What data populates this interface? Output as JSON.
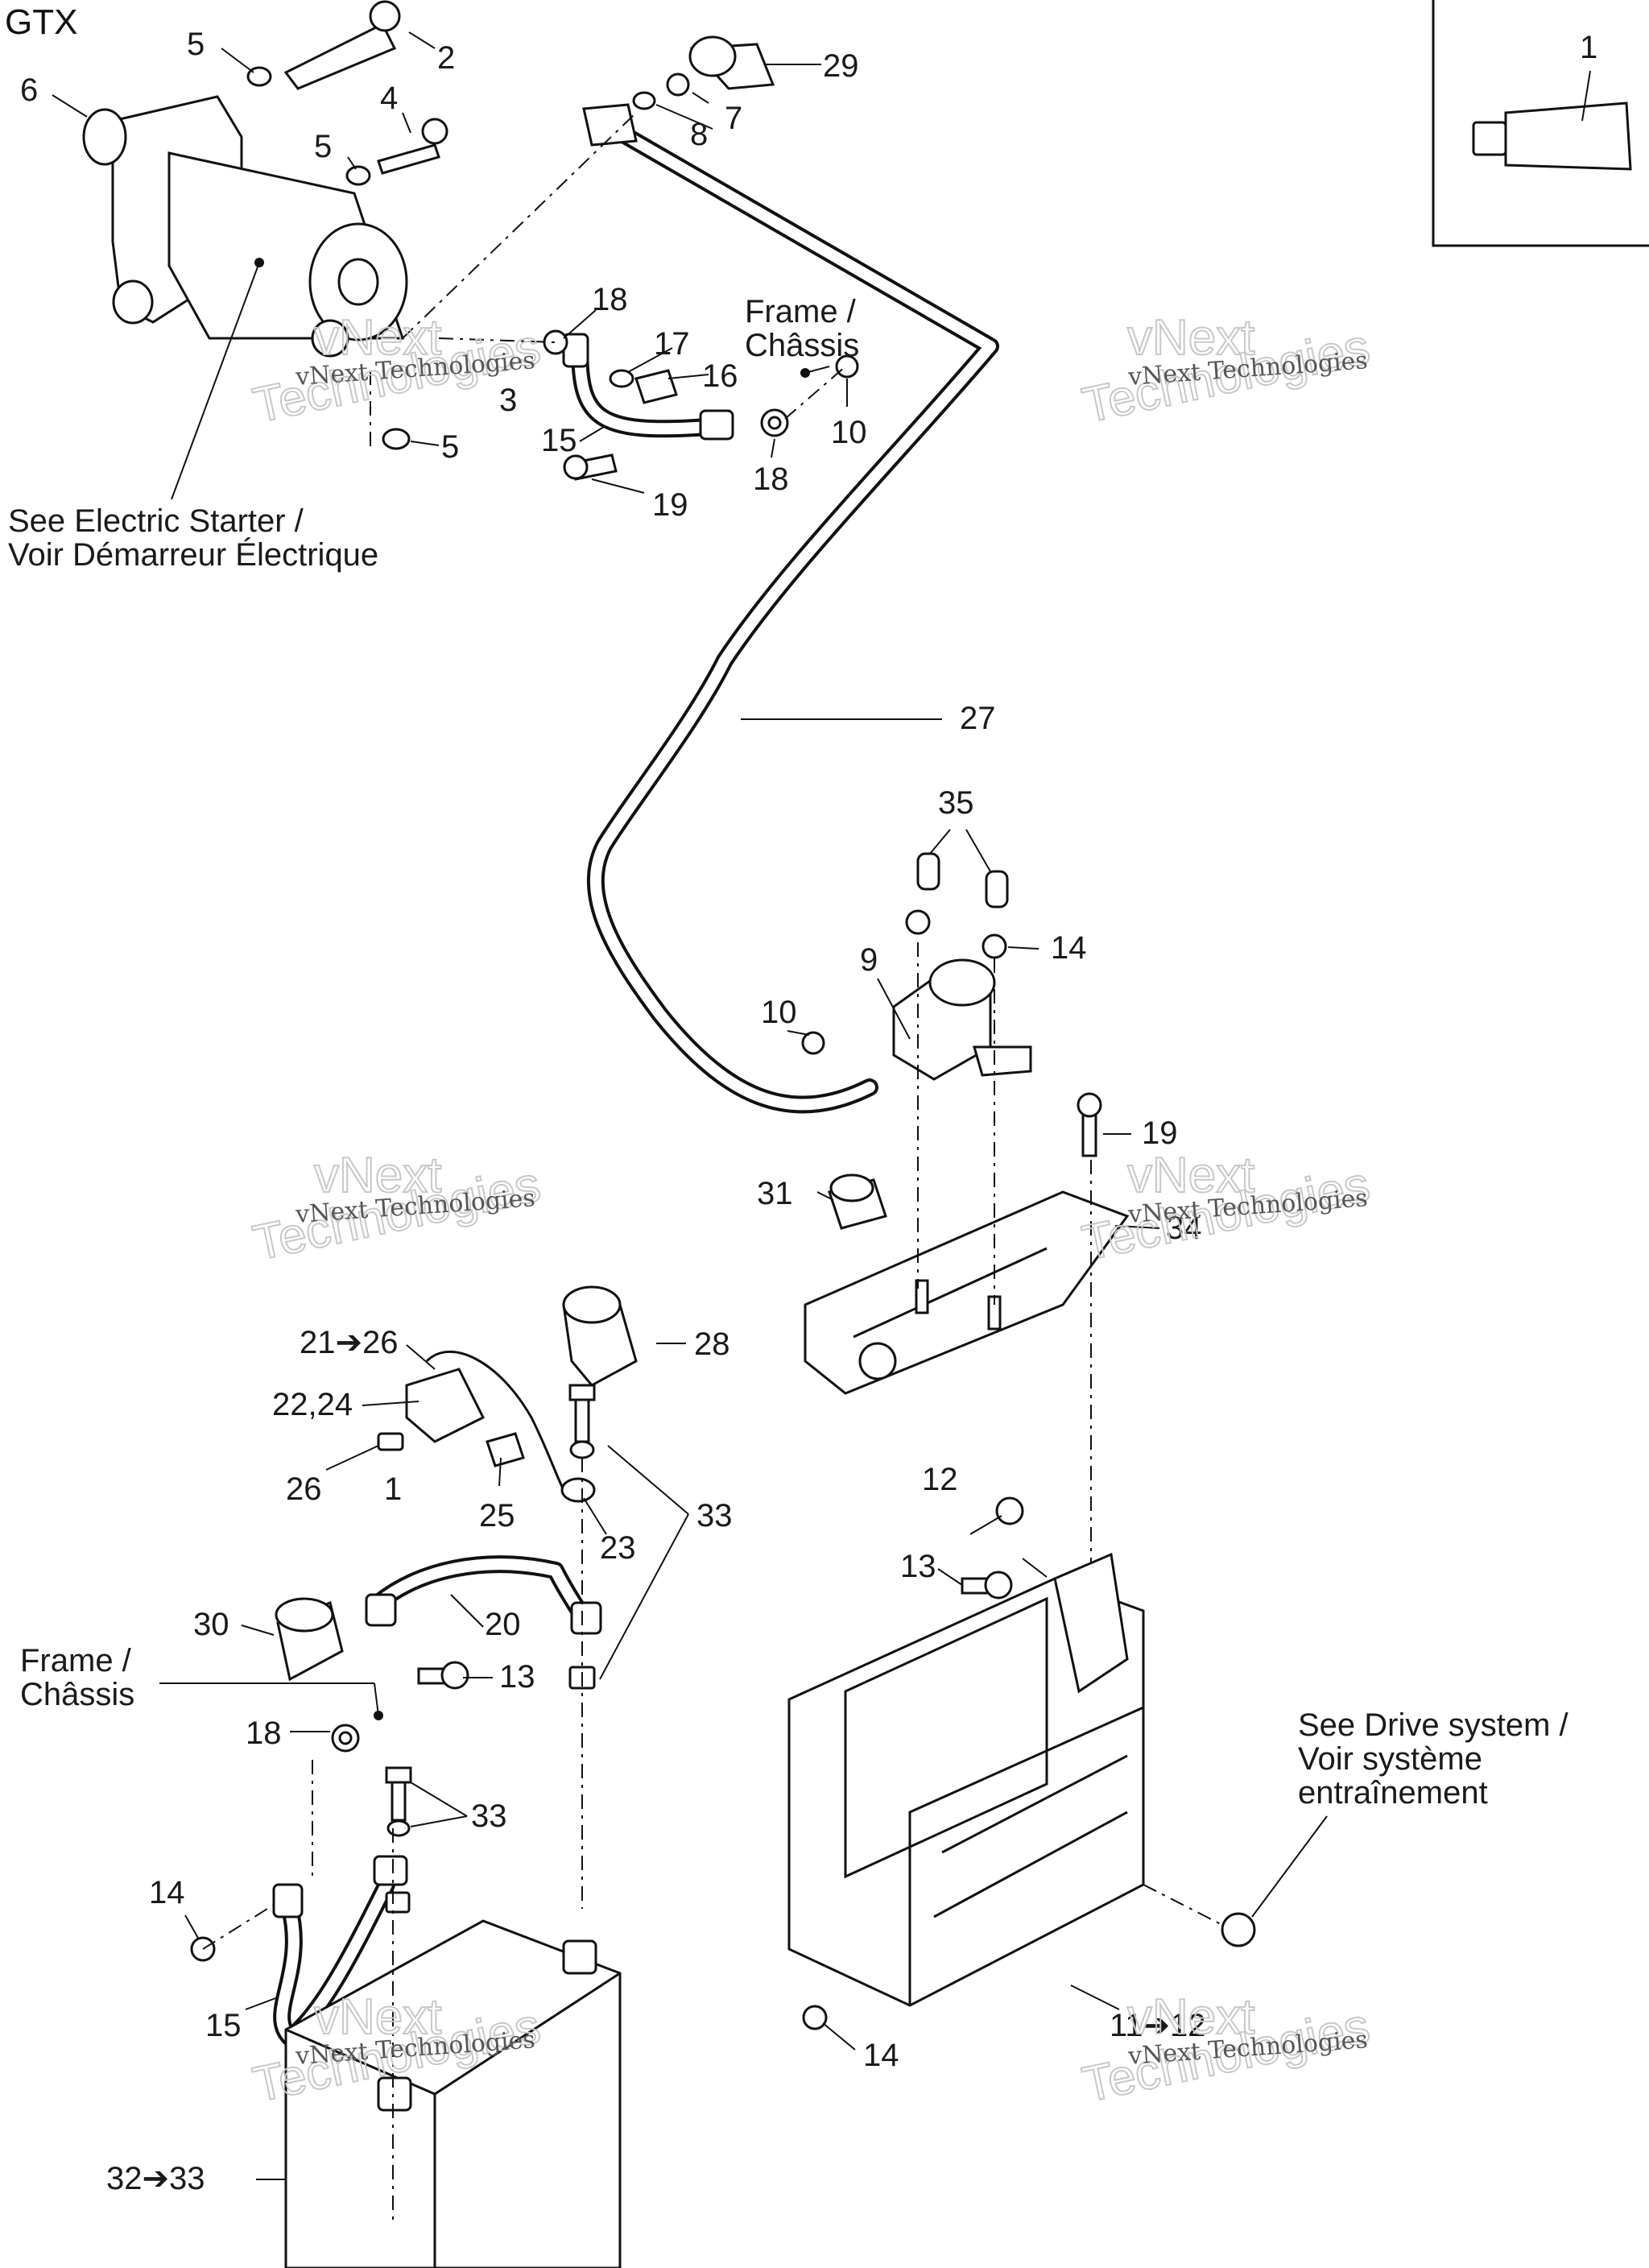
{
  "title": "GTX",
  "inset": {
    "callout": "1"
  },
  "notes": {
    "electric_starter_line1": "See Electric Starter /",
    "electric_starter_line2": "Voir Démarreur Électrique",
    "drive_line1": "See Drive system /",
    "drive_line2": "Voir système",
    "drive_line3": "entraînement",
    "frame_top_line1": "Frame /",
    "frame_top_line2": "Châssis",
    "frame_bottom_line1": "Frame /",
    "frame_bottom_line2": "Châssis"
  },
  "callouts": {
    "c1": "1",
    "c2": "2",
    "c3": "3",
    "c4": "4",
    "c5a": "5",
    "c5b": "5",
    "c5c": "5",
    "c6": "6",
    "c7": "7",
    "c8": "8",
    "c9": "9",
    "c10a": "10",
    "c10b": "10",
    "c11_12": "11➔12",
    "c12": "12",
    "c13a": "13",
    "c13b": "13",
    "c14a": "14",
    "c14b": "14",
    "c14c": "14",
    "c15a": "15",
    "c15b": "15",
    "c16": "16",
    "c17": "17",
    "c18a": "18",
    "c18b": "18",
    "c18c": "18",
    "c19a": "19",
    "c19b": "19",
    "c20": "20",
    "c21_26": "21➔26",
    "c22_24": "22,24",
    "c23": "23",
    "c25": "25",
    "c26": "26",
    "c1drop": "1",
    "c27": "27",
    "c28": "28",
    "c29": "29",
    "c30": "30",
    "c31": "31",
    "c32_33": "32➔33",
    "c33a": "33",
    "c33b": "33",
    "c34": "34",
    "c35": "35"
  },
  "watermark": {
    "small": "vNext Technologies",
    "big_line1": "vNext",
    "big_line2": "Technologies"
  }
}
